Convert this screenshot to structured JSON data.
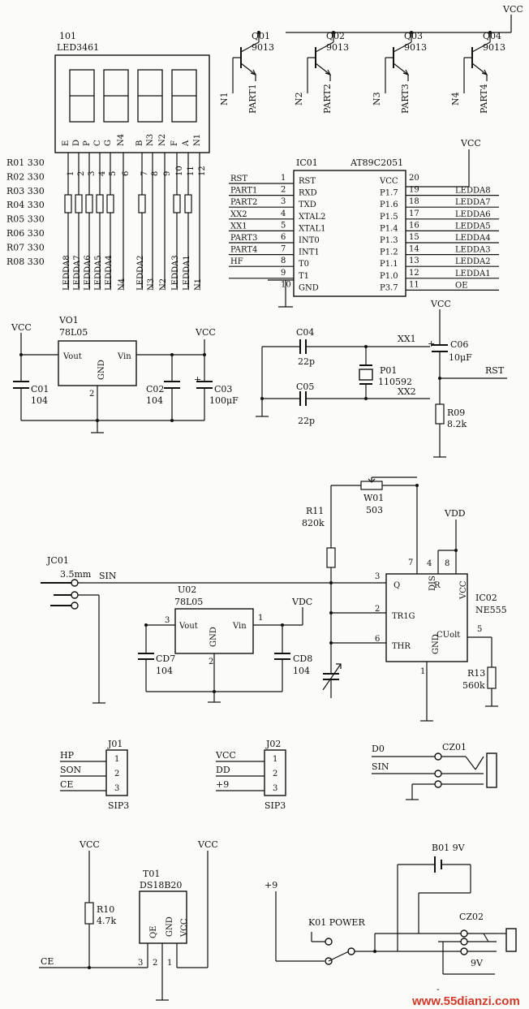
{
  "display": {
    "ref": "101",
    "part": "LED3461",
    "pin_labels": [
      "E",
      "D",
      "P",
      "C",
      "G",
      "N4",
      "B",
      "N3",
      "N2",
      "F",
      "A",
      "N1"
    ],
    "pin_numbers": [
      "1",
      "2",
      "3",
      "4",
      "5",
      "6",
      "7",
      "8",
      "9",
      "10",
      "11",
      "12"
    ],
    "bottom_labels": [
      "LEDDA8",
      "LEDDA7",
      "LEDDA6",
      "LEDDA5",
      "LEDDA4",
      "N4",
      "LEDDA2",
      "N3",
      "N2",
      "LEDDA3",
      "LEDDA1",
      "N1"
    ]
  },
  "resistor_array": [
    "R01 330",
    "R02 330",
    "R03 330",
    "R04 330",
    "R05 330",
    "R06 330",
    "R07 330",
    "R08 330"
  ],
  "transistors": {
    "vcc": "VCC",
    "items": [
      {
        "ref": "Q01",
        "part": "9013",
        "part_label": "PART1",
        "n": "N1"
      },
      {
        "ref": "Q02",
        "part": "9013",
        "part_label": "PART2",
        "n": "N2"
      },
      {
        "ref": "Q03",
        "part": "9013",
        "part_label": "PART3",
        "n": "N3"
      },
      {
        "ref": "Q04",
        "part": "9013",
        "part_label": "PART4",
        "n": "N4"
      }
    ]
  },
  "mcu": {
    "ref": "IC01",
    "part": "AT89C2051",
    "vcc": "VCC",
    "left_nets": [
      "RST",
      "PART1",
      "PART2",
      "XX2",
      "XX1",
      "PART3",
      "PART4",
      "HF",
      "",
      ""
    ],
    "left_pins": [
      "RST",
      "RXD",
      "TXD",
      "XTAL2",
      "XTAL1",
      "INT0",
      "INT1",
      "T0",
      "T1",
      "GND"
    ],
    "left_nums": [
      "1",
      "2",
      "3",
      "4",
      "5",
      "6",
      "7",
      "8",
      "9",
      "10"
    ],
    "right_pins": [
      "VCC",
      "P1.7",
      "P1.6",
      "P1.5",
      "P1.4",
      "P1.3",
      "P1.2",
      "P1.1",
      "P1.0",
      "P3.7"
    ],
    "right_nums": [
      "20",
      "19",
      "18",
      "17",
      "16",
      "15",
      "14",
      "13",
      "12",
      "11"
    ],
    "right_nets": [
      "LEDDA8",
      "LEDDA7",
      "LEDDA6",
      "LEDDA5",
      "LEDDA4",
      "LEDDA3",
      "LEDDA2",
      "LEDDA1",
      "OE"
    ]
  },
  "regulator1": {
    "vcc_left": "VCC",
    "ref": "VO1",
    "part": "78L05",
    "vout": "Vout",
    "gnd": "GND",
    "vin": "Vin",
    "gnd_pin": "2",
    "vcc_right": "VCC",
    "c01": "C01",
    "c01_val": "104",
    "c02": "C02",
    "c02_val": "104",
    "c03": "C03",
    "c03_val": "100μF",
    "plus": "+"
  },
  "crystal": {
    "c04": "C04",
    "c04_val": "22p",
    "c05": "C05",
    "c05_val": "22p",
    "ref": "P01",
    "val": "110592",
    "xx1": "XX1",
    "xx2": "XX2"
  },
  "reset": {
    "vcc": "VCC",
    "c06": "C06",
    "c06_val": "10μF",
    "rst": "RST",
    "r09": "R09",
    "r09_val": "8.2k",
    "plus": "+"
  },
  "timer": {
    "ref": "IC02",
    "part": "NE555",
    "vdd": "VDD",
    "r11": "R11",
    "r11_val": "820k",
    "w01": "W01",
    "w01_val": "503",
    "pins": {
      "q": "Q",
      "dis": "DIS",
      "r": "R",
      "vcc": "VCC",
      "trig": "TR1G",
      "thr": "THR",
      "cv": "CUolt",
      "gnd": "GND"
    },
    "nums": {
      "q": "3",
      "dis": "7",
      "r": "4",
      "vcc": "8",
      "trig": "2",
      "thr": "6",
      "cv": "5",
      "gnd": "1"
    },
    "r13": "R13",
    "r13_val": "560k"
  },
  "jack1": {
    "ref": "JC01",
    "size": "3.5mm",
    "net": "SIN"
  },
  "regulator2": {
    "ref": "U02",
    "part": "78L05",
    "vout": "Vout",
    "gnd": "GND",
    "vin": "Vin",
    "pin_out": "3",
    "pin_gnd": "2",
    "pin_in": "1",
    "vdc": "VDC",
    "cd7": "CD7",
    "cd7_val": "104",
    "cd8": "CD8",
    "cd8_val": "104"
  },
  "j01": {
    "ref": "J01",
    "type": "SIP3",
    "nets": [
      "HP",
      "SON",
      "CE"
    ],
    "nums": [
      "1",
      "2",
      "3"
    ]
  },
  "j02": {
    "ref": "J02",
    "type": "SIP3",
    "nets": [
      "VCC",
      "DD",
      "+9"
    ],
    "nums": [
      "1",
      "2",
      "3"
    ]
  },
  "cz01": {
    "ref": "CZ01",
    "nets": [
      "D0",
      "SIN"
    ]
  },
  "sensor": {
    "vcc_left": "VCC",
    "r10": "R10",
    "r10_val": "4.7k",
    "ref": "T01",
    "part": "DS18B20",
    "pins": [
      "QE",
      "GND",
      "VCC"
    ],
    "nums": [
      "3",
      "2",
      "1"
    ],
    "vcc_right": "VCC",
    "ce": "CE"
  },
  "power": {
    "plus9": "+9",
    "switch": "K01 POWER",
    "battery": "B01 9V",
    "cz02": "CZ02",
    "v9": "9V",
    "minus": "-"
  },
  "watermark": "www.55dianzi.com"
}
